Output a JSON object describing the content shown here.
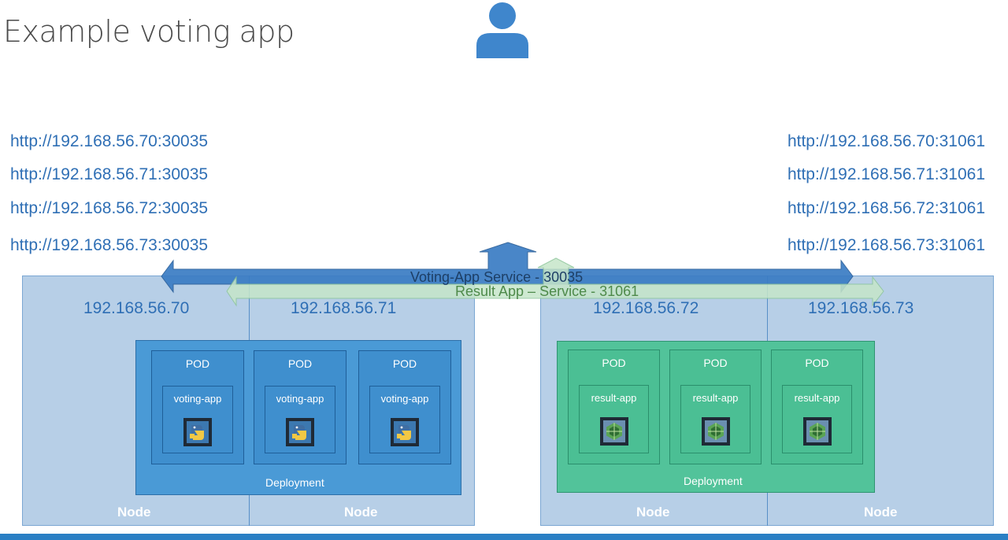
{
  "title": "Example voting app",
  "colors": {
    "title": "#4a4a4a",
    "url_text": "#2f6fb5",
    "node_fill": "#4a86c3",
    "voting_deployment": "#4a9ad6",
    "result_deployment": "#52c39a",
    "voting_service_band": "#3a7cc4",
    "result_service_band": "#b9dfc1",
    "footer_bar": "#2a7fc4"
  },
  "voting_urls": [
    "http://192.168.56.70:30035",
    "http://192.168.56.71:30035",
    "http://192.168.56.72:30035",
    "http://192.168.56.73:30035"
  ],
  "result_urls": [
    "http://192.168.56.70:31061",
    "http://192.168.56.71:31061",
    "http://192.168.56.72:31061",
    "http://192.168.56.73:31061"
  ],
  "services": {
    "voting": "Voting-App Service - 30035",
    "result": "Result App – Service - 31061"
  },
  "nodes": [
    {
      "ip": "192.168.56.70",
      "label": "Node"
    },
    {
      "ip": "192.168.56.71",
      "label": "Node"
    },
    {
      "ip": "192.168.56.72",
      "label": "Node"
    },
    {
      "ip": "192.168.56.73",
      "label": "Node"
    }
  ],
  "voting_deployment": {
    "label": "Deployment",
    "pods": [
      {
        "title": "POD",
        "container": "voting-app",
        "icon": "python-icon"
      },
      {
        "title": "POD",
        "container": "voting-app",
        "icon": "python-icon"
      },
      {
        "title": "POD",
        "container": "voting-app",
        "icon": "python-icon"
      }
    ]
  },
  "result_deployment": {
    "label": "Deployment",
    "pods": [
      {
        "title": "POD",
        "container": "result-app",
        "icon": "nodejs-icon"
      },
      {
        "title": "POD",
        "container": "result-app",
        "icon": "nodejs-icon"
      },
      {
        "title": "POD",
        "container": "result-app",
        "icon": "nodejs-icon"
      }
    ]
  },
  "icons": {
    "user": "user-icon",
    "python": "python-icon",
    "nodejs": "nodejs-icon"
  }
}
